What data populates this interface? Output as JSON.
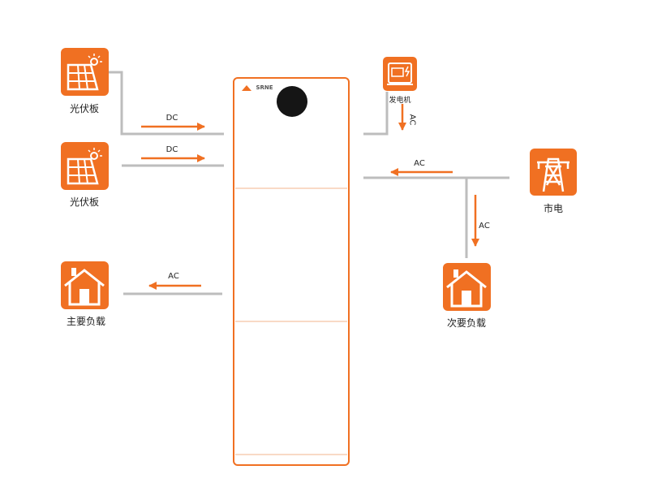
{
  "brand": {
    "logo_text": "SRNE"
  },
  "colors": {
    "accent": "#f07022",
    "line": "#bdbdbd",
    "panel_border": "#f07022"
  },
  "nodes": {
    "pv1": {
      "label": "光伏板",
      "icon": "solar-panel-icon"
    },
    "pv2": {
      "label": "光伏板",
      "icon": "solar-panel-icon"
    },
    "generator": {
      "label": "发电机",
      "icon": "generator-icon"
    },
    "grid": {
      "label": "市电",
      "icon": "power-tower-icon"
    },
    "main_load": {
      "label": "主要负载",
      "icon": "house-icon"
    },
    "secondary_load": {
      "label": "次要负载",
      "icon": "house-icon"
    }
  },
  "flows": {
    "pv1": "DC",
    "pv2": "DC",
    "generator": "AC",
    "grid": "AC",
    "secondary": "AC",
    "main": "AC"
  }
}
